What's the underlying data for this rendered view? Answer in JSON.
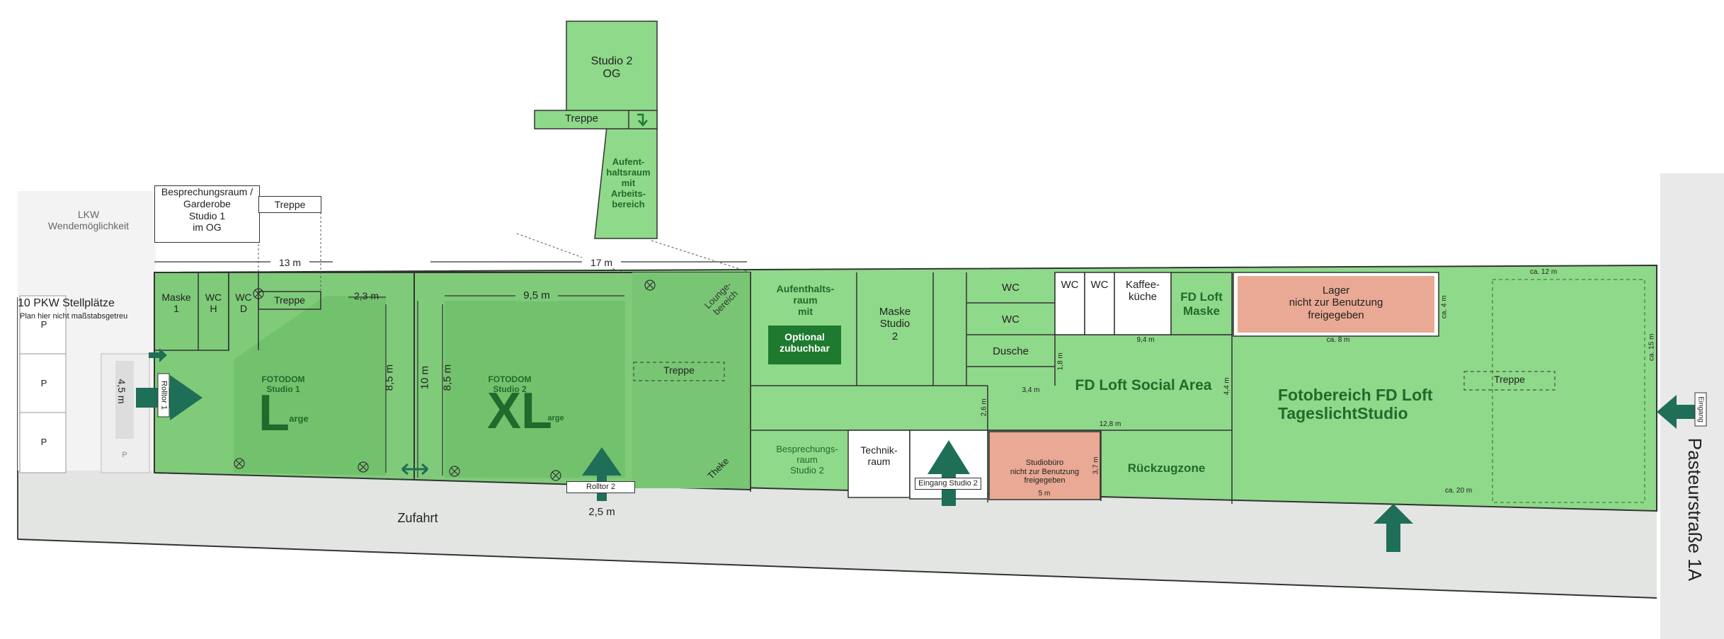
{
  "map": {
    "street": "Pasteurstraße 1A",
    "access_road": "Zufahrt",
    "truck_turning": "LKW\nWendemöglichkeit",
    "parking": {
      "title": "10 PKW Stellplätze",
      "note": "Plan hier nicht maßstabsgetreu",
      "marker": "P"
    },
    "dimensions": {
      "studio1_width": "13 m",
      "studio2_width": "17 m",
      "s1_inner": "2,3 m",
      "s1_depth": "8,5 m",
      "s2_depth_outer": "10 m",
      "s2_inner": "9,5 m",
      "s2_depth": "8,5 m",
      "gate_width": "2,5 m",
      "left_gate_width": "4,5 m",
      "social_9": "9,4 m",
      "social_34": "3,4 m",
      "social_128": "12,8 m",
      "social_44": "4,4 m",
      "social_18": "1,8 m",
      "social_26": "2,6 m",
      "office_5": "5 m",
      "office_37": "3,7 m",
      "loft_ca12": "ca. 12 m",
      "loft_ca8": "ca. 8 m",
      "loft_ca4": "ca. 4 m",
      "loft_ca15": "ca. 15 m",
      "loft_ca20": "ca. 20 m"
    },
    "rooms": {
      "meeting_room_og": "Besprechungsraum /\nGarderobe\nStudio 1\nim OG",
      "stairs": "Treppe",
      "studio2_og": "Studio 2\nOG",
      "lounge_og": "Aufent-\nhaltsraum\nmit\nArbeits-\nbereich",
      "maske1": "Maske\n1",
      "wc_h": "WC\nH",
      "wc_d": "WC\nD",
      "studio1_brand": "FOTODOM\nStudio  1",
      "studio1_big": "L",
      "studio1_small": "arge",
      "studio2_brand": "FOTODOM\nStudio  2",
      "studio2_big": "XL",
      "studio2_small": "arge",
      "lounge": "Lounge-\nbereich",
      "theke": "Theke",
      "aufenthalt": "Aufenthalts-\nraum\nmit",
      "optional": "Optional\nzubuchbar",
      "maske2": "Maske\nStudio\n2",
      "wc": "WC",
      "dusche": "Dusche",
      "kaffee": "Kaffee-\nküche",
      "fd_maske": "FD Loft\nMaske",
      "lager": "Lager\nnicht zur Benutzung\nfreigegeben",
      "social": "FD Loft Social Area",
      "fotobereich": "Fotobereich FD Loft\nTageslichtStudio",
      "besprechung2": "Besprechungs-\nraum\nStudio 2",
      "technik": "Technik-\nraum",
      "studiobuero": "Studiobüro\nnicht zur Benutzung\nfreigegeben",
      "rueckzug": "Rückzugzone"
    },
    "entrances": {
      "rolltor1": "Rolltor 1",
      "rolltor2": "Rolltor 2",
      "eingang_studio2": "Eingang Studio 2",
      "eingang": "Eingang"
    },
    "colors": {
      "room_green": "#8fd98a",
      "studio_green": "#7fce7a",
      "dark_green": "#1e7a2e",
      "restricted": "#e9a994",
      "road": "#e3e5e3",
      "arrow": "#1f6e57"
    }
  }
}
